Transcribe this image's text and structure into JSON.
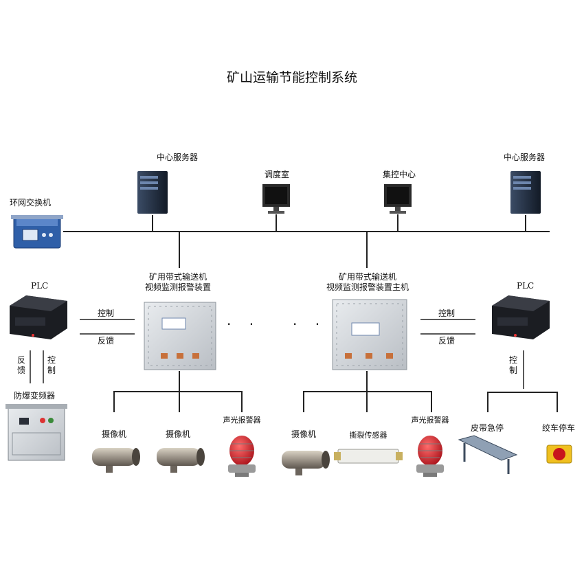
{
  "title": "矿山运输节能控制系统",
  "network": {
    "ring_switch": "环网交换机",
    "server_left": "中心服务器",
    "dispatch_room": "调度室",
    "control_center": "集控中心",
    "server_right": "中心服务器"
  },
  "left_unit": {
    "device_line1": "矿用带式输送机",
    "device_line2": "视频监测报警装置",
    "plc": "PLC",
    "control": "控制",
    "feedback": "反馈",
    "vertical_feedback": "反馈",
    "vertical_control": "控制",
    "inverter": "防爆变频器",
    "camera_1": "摄像机",
    "camera_2": "摄像机",
    "alarm": "声光报警器"
  },
  "right_unit": {
    "device_line1": "矿用带式输送机",
    "device_line2": "视频监测报警装置主机",
    "plc": "PLC",
    "control": "控制",
    "feedback": "反馈",
    "vertical_control": "控制",
    "camera": "摄像机",
    "tear_sensor": "撕裂传感器",
    "alarm": "声光报警器",
    "belt_stop": "皮带急停",
    "winch_stop": "绞车停车"
  },
  "ellipsis": "· ·",
  "colors": {
    "line": "#222222",
    "server": "#1e2a3c",
    "monitor": "#2a2a2a",
    "switch_box": "#2f5fa8",
    "plc_box": "#1b1d22",
    "cabinet": "#d3d7db",
    "alarm_red": "#d21e24"
  }
}
